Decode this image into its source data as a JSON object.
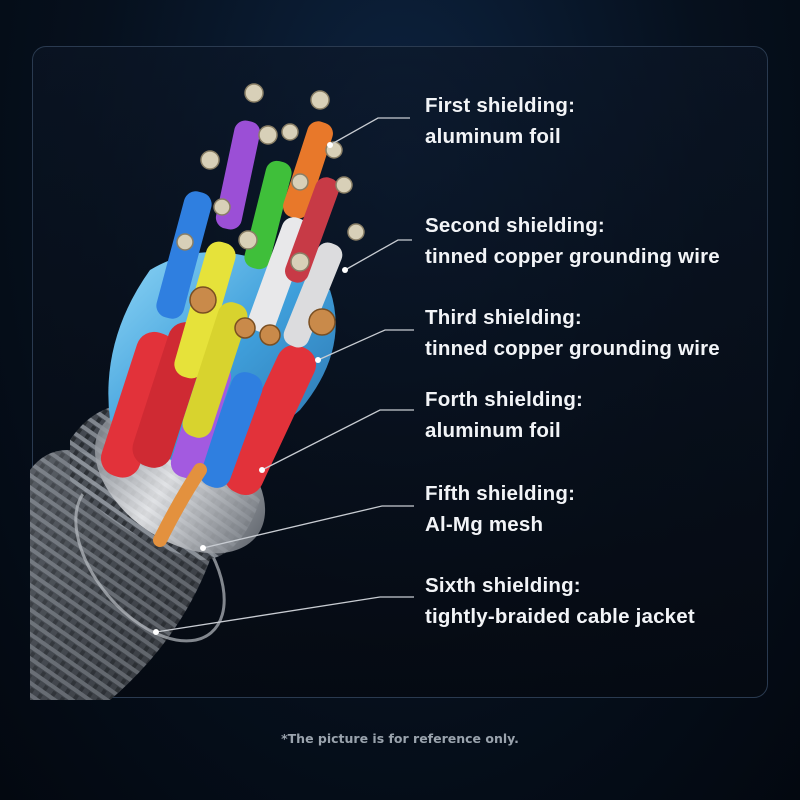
{
  "callouts": [
    {
      "title": "First shielding:",
      "detail": "aluminum foil"
    },
    {
      "title": "Second shielding:",
      "detail": "tinned copper grounding wire"
    },
    {
      "title": "Third shielding:",
      "detail": "tinned copper grounding wire"
    },
    {
      "title": "Forth shielding:",
      "detail": "aluminum foil"
    },
    {
      "title": "Fifth shielding:",
      "detail": "Al-Mg mesh"
    },
    {
      "title": "Sixth shielding:",
      "detail": "tightly-braided cable jacket"
    }
  ],
  "footnote": "*The picture is for reference only.",
  "colors": {
    "background": "#06101d",
    "panel_border": "#2a3a50",
    "label_text": "#f2f4f7",
    "leader_line": "#c8ccd2",
    "wire_red": "#e2323a",
    "wire_blue": "#2f7fe0",
    "wire_purple": "#9b4fd6",
    "wire_green": "#3fbf3a",
    "wire_yellow": "#e6e23a",
    "wire_orange": "#e8782a",
    "wire_white": "#e8e8ea",
    "foil_blue": "#5ab8ec",
    "copper": "#c98a4a"
  }
}
